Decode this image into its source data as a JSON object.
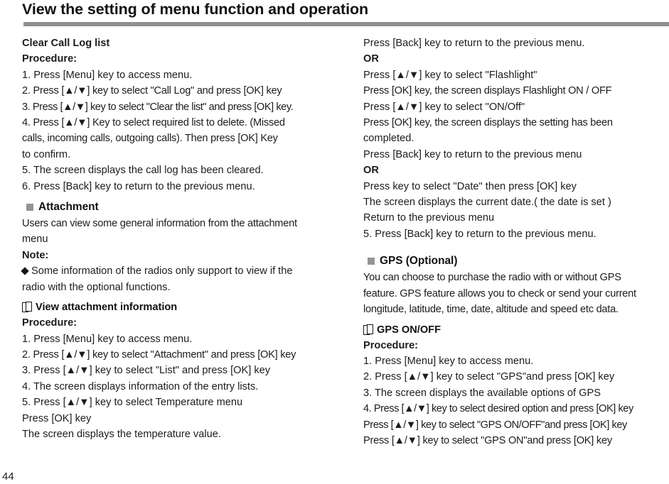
{
  "header": {
    "title": "View the setting of menu function and operation",
    "rule_color": "#8f8f93"
  },
  "page_number": "44",
  "left_column": {
    "blocks": [
      {
        "type": "heading_plain",
        "text": "Clear Call Log list"
      },
      {
        "type": "label",
        "text": "Procedure:"
      },
      {
        "type": "steps",
        "lines": [
          "1. Press [Menu] key to access menu.",
          "2. Press [▲/▼] key to select \"Call Log\" and press [OK] key",
          "3. Press [▲/▼] key to select \"Clear the list\" and press [OK] key.",
          "4. Press [▲/▼] Key to select required list to delete. (Missed",
          "calls, incoming calls, outgoing calls). Then press [OK] Key",
          "to confirm.",
          "5. The screen displays the call log has been cleared.",
          "6. Press [Back] key to return to the previous menu."
        ]
      },
      {
        "type": "section_heading",
        "icon": "square-bullet-icon",
        "text": "Attachment"
      },
      {
        "type": "body",
        "lines": [
          "Users can view some general information from the attachment",
          "menu"
        ]
      },
      {
        "type": "label",
        "text": "Note:"
      },
      {
        "type": "note",
        "icon": "diamond-bullet-icon",
        "lines": [
          "Some information of the radios only support to view if the",
          "radio with the optional functions."
        ]
      },
      {
        "type": "sub_heading",
        "icon": "stacked-pages-icon",
        "text": "View attachment information"
      },
      {
        "type": "label",
        "text": "Procedure:"
      },
      {
        "type": "steps",
        "lines": [
          "1. Press [Menu] key to access menu.",
          "2. Press [▲/▼] key to select \"Attachment\" and press [OK] key",
          "3. Press [▲/▼] key to select \"List\" and press [OK] key",
          "4. The screen displays information of the entry lists.",
          "5. Press [▲/▼] key to select Temperature menu",
          "Press [OK] key",
          "The screen displays the temperature value."
        ]
      }
    ]
  },
  "right_column": {
    "blocks": [
      {
        "type": "body",
        "lines": [
          "Press [Back] key to return to the previous menu."
        ]
      },
      {
        "type": "label",
        "text": "OR"
      },
      {
        "type": "body",
        "lines": [
          "Press [▲/▼] key to select \"Flashlight\"",
          "Press [OK] key, the screen displays Flashlight ON / OFF",
          "Press [▲/▼] key to select \"ON/Off\"",
          "Press [OK] key, the screen displays the setting has been",
          "completed.",
          "Press [Back] key to return to the previous menu"
        ]
      },
      {
        "type": "label",
        "text": "OR"
      },
      {
        "type": "body",
        "lines": [
          "Press key to select \"Date\" then press [OK] key",
          "The screen displays the current date.( the date is set )",
          "Return to the previous menu",
          "5. Press [Back] key to return to the previous menu."
        ]
      },
      {
        "type": "section_heading",
        "icon": "square-bullet-icon",
        "text": "GPS (Optional)"
      },
      {
        "type": "body",
        "lines": [
          "You can choose to purchase the radio with or without GPS",
          "feature. GPS feature allows you to check or send your current",
          "longitude, latitude, time, date, altitude and speed etc data."
        ]
      },
      {
        "type": "sub_heading",
        "icon": "stacked-pages-icon",
        "text": "GPS ON/OFF"
      },
      {
        "type": "label",
        "text": "Procedure:"
      },
      {
        "type": "steps",
        "lines": [
          "1. Press [Menu] key to access menu.",
          "2. Press [▲/▼] key to select \"GPS\"and press [OK] key",
          "3. The screen displays the available options of GPS",
          "4. Press [▲/▼] key to select desired option and press [OK] key",
          "Press [▲/▼] key to select \"GPS ON/OFF\"and press [OK] key",
          "Press [▲/▼] key to select \"GPS ON\"and press [OK] key"
        ]
      }
    ]
  }
}
